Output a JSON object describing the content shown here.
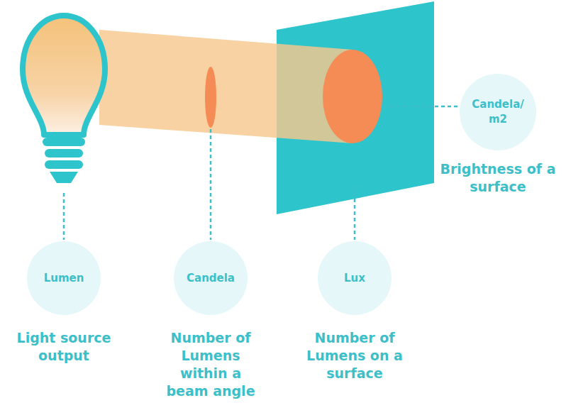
{
  "diagram": {
    "nodes": [
      {
        "text": [
          "Candela/ m2",
          "Brightness of a surface"
        ]
      },
      {
        "text": [
          "Lumen",
          "Light source output"
        ]
      },
      {
        "text": [
          "Candela",
          "Number of Lumens within a beam angle"
        ]
      },
      {
        "text": [
          "Lux",
          "Number of Lumens on a surface"
        ]
      }
    ]
  }
}
